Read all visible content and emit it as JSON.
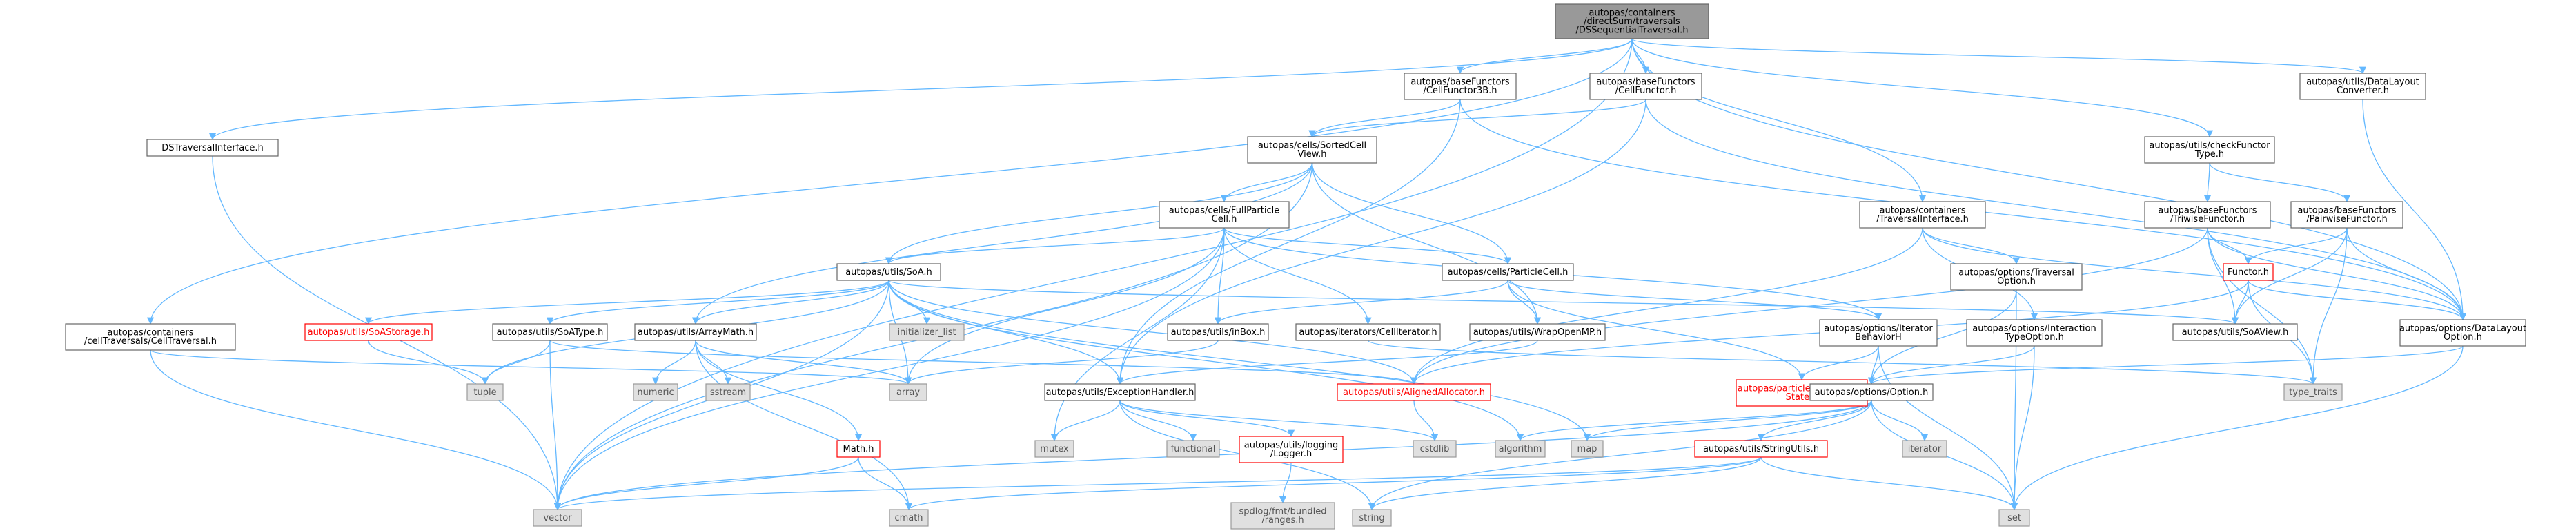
{
  "nodes": [
    {
      "id": "ds",
      "lines": [
        "autopas/containers",
        "/directSum/traversals",
        "/DSSequentialTraversal.h"
      ],
      "style": "focus"
    },
    {
      "id": "vector",
      "lines": [
        "vector"
      ],
      "style": "ext"
    },
    {
      "id": "dsti",
      "lines": [
        "DSTraversalInterface.h"
      ],
      "style": "plain"
    },
    {
      "id": "cct",
      "lines": [
        "autopas/containers",
        "/cellTraversals/CellTraversal.h"
      ],
      "style": "plain"
    },
    {
      "id": "cf3b",
      "lines": [
        "autopas/baseFunctors",
        "/CellFunctor3B.h"
      ],
      "style": "plain"
    },
    {
      "id": "cf",
      "lines": [
        "autopas/baseFunctors",
        "/CellFunctor.h"
      ],
      "style": "plain"
    },
    {
      "id": "sortedcell",
      "lines": [
        "autopas/cells/SortedCell",
        "View.h"
      ],
      "style": "plain"
    },
    {
      "id": "fullpart",
      "lines": [
        "autopas/cells/FullParticle",
        "Cell.h"
      ],
      "style": "plain"
    },
    {
      "id": "soa",
      "lines": [
        "autopas/utils/SoA.h"
      ],
      "style": "plain"
    },
    {
      "id": "particlecell",
      "lines": [
        "autopas/cells/ParticleCell.h"
      ],
      "style": "plain"
    },
    {
      "id": "tif",
      "lines": [
        "autopas/containers",
        "/TraversalInterface.h"
      ],
      "style": "plain"
    },
    {
      "id": "checkfunctor",
      "lines": [
        "autopas/utils/checkFunctor",
        "Type.h"
      ],
      "style": "plain"
    },
    {
      "id": "dlconv",
      "lines": [
        "autopas/utils/DataLayout",
        "Converter.h"
      ],
      "style": "plain"
    },
    {
      "id": "triwise",
      "lines": [
        "autopas/baseFunctors",
        "/TriwiseFunctor.h"
      ],
      "style": "plain"
    },
    {
      "id": "pairwise",
      "lines": [
        "autopas/baseFunctors",
        "/PairwiseFunctor.h"
      ],
      "style": "plain"
    },
    {
      "id": "functor",
      "lines": [
        "Functor.h"
      ],
      "style": "red"
    },
    {
      "id": "travopt",
      "lines": [
        "autopas/options/Traversal",
        "Option.h"
      ],
      "style": "plain"
    },
    {
      "id": "soastorage",
      "lines": [
        "autopas/utils/SoAStorage.h"
      ],
      "style": "redtxt"
    },
    {
      "id": "soatype",
      "lines": [
        "autopas/utils/SoAType.h"
      ],
      "style": "plain"
    },
    {
      "id": "arraymath",
      "lines": [
        "autopas/utils/ArrayMath.h"
      ],
      "style": "plain"
    },
    {
      "id": "initlist",
      "lines": [
        "initializer_list"
      ],
      "style": "ext"
    },
    {
      "id": "inbox",
      "lines": [
        "autopas/utils/inBox.h"
      ],
      "style": "plain"
    },
    {
      "id": "celliter",
      "lines": [
        "autopas/iterators/CellIterator.h"
      ],
      "style": "plain"
    },
    {
      "id": "wrapomp",
      "lines": [
        "autopas/utils/WrapOpenMP.h"
      ],
      "style": "plain"
    },
    {
      "id": "iterbeh",
      "lines": [
        "autopas/options/Iterator",
        "BehaviorH"
      ],
      "style": "plain"
    },
    {
      "id": "intertype",
      "lines": [
        "autopas/options/Interaction",
        "TypeOption.h"
      ],
      "style": "plain"
    },
    {
      "id": "soaview",
      "lines": [
        "autopas/utils/SoAView.h"
      ],
      "style": "plain"
    },
    {
      "id": "dlopt",
      "lines": [
        "autopas/options/DataLayout",
        "Option.h"
      ],
      "style": "plain"
    },
    {
      "id": "tuple",
      "lines": [
        "tuple"
      ],
      "style": "ext"
    },
    {
      "id": "numeric",
      "lines": [
        "numeric"
      ],
      "style": "ext"
    },
    {
      "id": "sstream",
      "lines": [
        "sstream"
      ],
      "style": "ext"
    },
    {
      "id": "array",
      "lines": [
        "array"
      ],
      "style": "ext"
    },
    {
      "id": "exchandler",
      "lines": [
        "autopas/utils/ExceptionHandler.h"
      ],
      "style": "plain"
    },
    {
      "id": "alignedalloc",
      "lines": [
        "autopas/utils/AlignedAllocator.h"
      ],
      "style": "redtxt"
    },
    {
      "id": "ownership",
      "lines": [
        "autopas/particles/Ownership",
        "State.h"
      ],
      "style": "redtxt"
    },
    {
      "id": "option",
      "lines": [
        "autopas/options/Option.h"
      ],
      "style": "plain"
    },
    {
      "id": "typetraits",
      "lines": [
        "type_traits"
      ],
      "style": "ext"
    },
    {
      "id": "mathh",
      "lines": [
        "Math.h"
      ],
      "style": "red"
    },
    {
      "id": "mutex",
      "lines": [
        "mutex"
      ],
      "style": "ext"
    },
    {
      "id": "functional",
      "lines": [
        "functional"
      ],
      "style": "ext"
    },
    {
      "id": "logger",
      "lines": [
        "autopas/utils/logging",
        "/Logger.h"
      ],
      "style": "red"
    },
    {
      "id": "cstdlib",
      "lines": [
        "cstdlib"
      ],
      "style": "ext"
    },
    {
      "id": "algorithm",
      "lines": [
        "algorithm"
      ],
      "style": "ext"
    },
    {
      "id": "map",
      "lines": [
        "map"
      ],
      "style": "ext"
    },
    {
      "id": "iterator",
      "lines": [
        "iterator"
      ],
      "style": "ext"
    },
    {
      "id": "stringutils",
      "lines": [
        "autopas/utils/StringUtils.h"
      ],
      "style": "red"
    },
    {
      "id": "cmath",
      "lines": [
        "cmath"
      ],
      "style": "ext"
    },
    {
      "id": "spdlog",
      "lines": [
        "spdlog/fmt/bundled",
        "/ranges.h"
      ],
      "style": "ext"
    },
    {
      "id": "string",
      "lines": [
        "string"
      ],
      "style": "ext"
    },
    {
      "id": "set",
      "lines": [
        "set"
      ],
      "style": "ext"
    }
  ],
  "edges": [
    [
      "ds",
      "vector"
    ],
    [
      "ds",
      "dsti"
    ],
    [
      "ds",
      "cct"
    ],
    [
      "ds",
      "cf3b"
    ],
    [
      "ds",
      "cf"
    ],
    [
      "ds",
      "tif"
    ],
    [
      "ds",
      "checkfunctor"
    ],
    [
      "ds",
      "dlconv"
    ],
    [
      "ds",
      "dlopt"
    ],
    [
      "dsti",
      "vector"
    ],
    [
      "cct",
      "vector"
    ],
    [
      "cct",
      "array"
    ],
    [
      "cf3b",
      "sortedcell"
    ],
    [
      "cf3b",
      "exchandler"
    ],
    [
      "cf3b",
      "dlopt"
    ],
    [
      "cf",
      "sortedcell"
    ],
    [
      "cf",
      "dlopt"
    ],
    [
      "cf",
      "exchandler"
    ],
    [
      "sortedcell",
      "fullpart"
    ],
    [
      "sortedcell",
      "soa"
    ],
    [
      "sortedcell",
      "particlecell"
    ],
    [
      "sortedcell",
      "wrapomp"
    ],
    [
      "sortedcell",
      "vector"
    ],
    [
      "sortedcell",
      "arraymath"
    ],
    [
      "fullpart",
      "soa"
    ],
    [
      "fullpart",
      "particlecell"
    ],
    [
      "fullpart",
      "inbox"
    ],
    [
      "fullpart",
      "celliter"
    ],
    [
      "fullpart",
      "iterbeh"
    ],
    [
      "fullpart",
      "array"
    ],
    [
      "fullpart",
      "mutex"
    ],
    [
      "fullpart",
      "vector"
    ],
    [
      "soa",
      "soastorage"
    ],
    [
      "soa",
      "soatype"
    ],
    [
      "soa",
      "arraymath"
    ],
    [
      "soa",
      "initlist"
    ],
    [
      "soa",
      "soaview"
    ],
    [
      "soa",
      "tuple"
    ],
    [
      "soa",
      "vector"
    ],
    [
      "soa",
      "array"
    ],
    [
      "soa",
      "alignedalloc"
    ],
    [
      "soa",
      "exchandler"
    ],
    [
      "soa",
      "map"
    ],
    [
      "soa",
      "algorithm"
    ],
    [
      "particlecell",
      "inbox"
    ],
    [
      "particlecell",
      "wrapomp"
    ],
    [
      "particlecell",
      "iterbeh"
    ],
    [
      "particlecell",
      "ownership"
    ],
    [
      "tif",
      "travopt"
    ],
    [
      "tif",
      "intertype"
    ],
    [
      "tif",
      "dlopt"
    ],
    [
      "tif",
      "alignedalloc"
    ],
    [
      "checkfunctor",
      "triwise"
    ],
    [
      "checkfunctor",
      "pairwise"
    ],
    [
      "dlconv",
      "dlopt"
    ],
    [
      "triwise",
      "functor"
    ],
    [
      "triwise",
      "soaview"
    ],
    [
      "triwise",
      "dlopt"
    ],
    [
      "triwise",
      "typetraits"
    ],
    [
      "triwise",
      "alignedalloc"
    ],
    [
      "pairwise",
      "functor"
    ],
    [
      "pairwise",
      "soaview"
    ],
    [
      "pairwise",
      "dlopt"
    ],
    [
      "pairwise",
      "typetraits"
    ],
    [
      "functor",
      "dlopt"
    ],
    [
      "functor",
      "soaview"
    ],
    [
      "functor",
      "typetraits"
    ],
    [
      "functor",
      "alignedalloc"
    ],
    [
      "travopt",
      "option"
    ],
    [
      "travopt",
      "set"
    ],
    [
      "soastorage",
      "tuple"
    ],
    [
      "soatype",
      "tuple"
    ],
    [
      "soatype",
      "vector"
    ],
    [
      "soatype",
      "alignedalloc"
    ],
    [
      "arraymath",
      "numeric"
    ],
    [
      "arraymath",
      "sstream"
    ],
    [
      "arraymath",
      "array"
    ],
    [
      "arraymath",
      "cmath"
    ],
    [
      "arraymath",
      "mathh"
    ],
    [
      "inbox",
      "array"
    ],
    [
      "celliter",
      "typetraits"
    ],
    [
      "wrapomp",
      "exchandler"
    ],
    [
      "iterbeh",
      "option"
    ],
    [
      "iterbeh",
      "set"
    ],
    [
      "iterbeh",
      "ownership"
    ],
    [
      "intertype",
      "option"
    ],
    [
      "intertype",
      "set"
    ],
    [
      "dlopt",
      "option"
    ],
    [
      "dlopt",
      "set"
    ],
    [
      "exchandler",
      "mutex"
    ],
    [
      "exchandler",
      "functional"
    ],
    [
      "exchandler",
      "logger"
    ],
    [
      "exchandler",
      "cstdlib"
    ],
    [
      "exchandler",
      "string"
    ],
    [
      "alignedalloc",
      "cstdlib"
    ],
    [
      "option",
      "algorithm"
    ],
    [
      "option",
      "map"
    ],
    [
      "option",
      "iterator"
    ],
    [
      "option",
      "set"
    ],
    [
      "option",
      "stringutils"
    ],
    [
      "option",
      "string"
    ],
    [
      "option",
      "vector"
    ],
    [
      "mathh",
      "cmath"
    ],
    [
      "mathh",
      "vector"
    ],
    [
      "logger",
      "spdlog"
    ],
    [
      "stringutils",
      "set"
    ],
    [
      "stringutils",
      "string"
    ],
    [
      "stringutils",
      "vector"
    ],
    [
      "stringutils",
      "cmath"
    ]
  ]
}
